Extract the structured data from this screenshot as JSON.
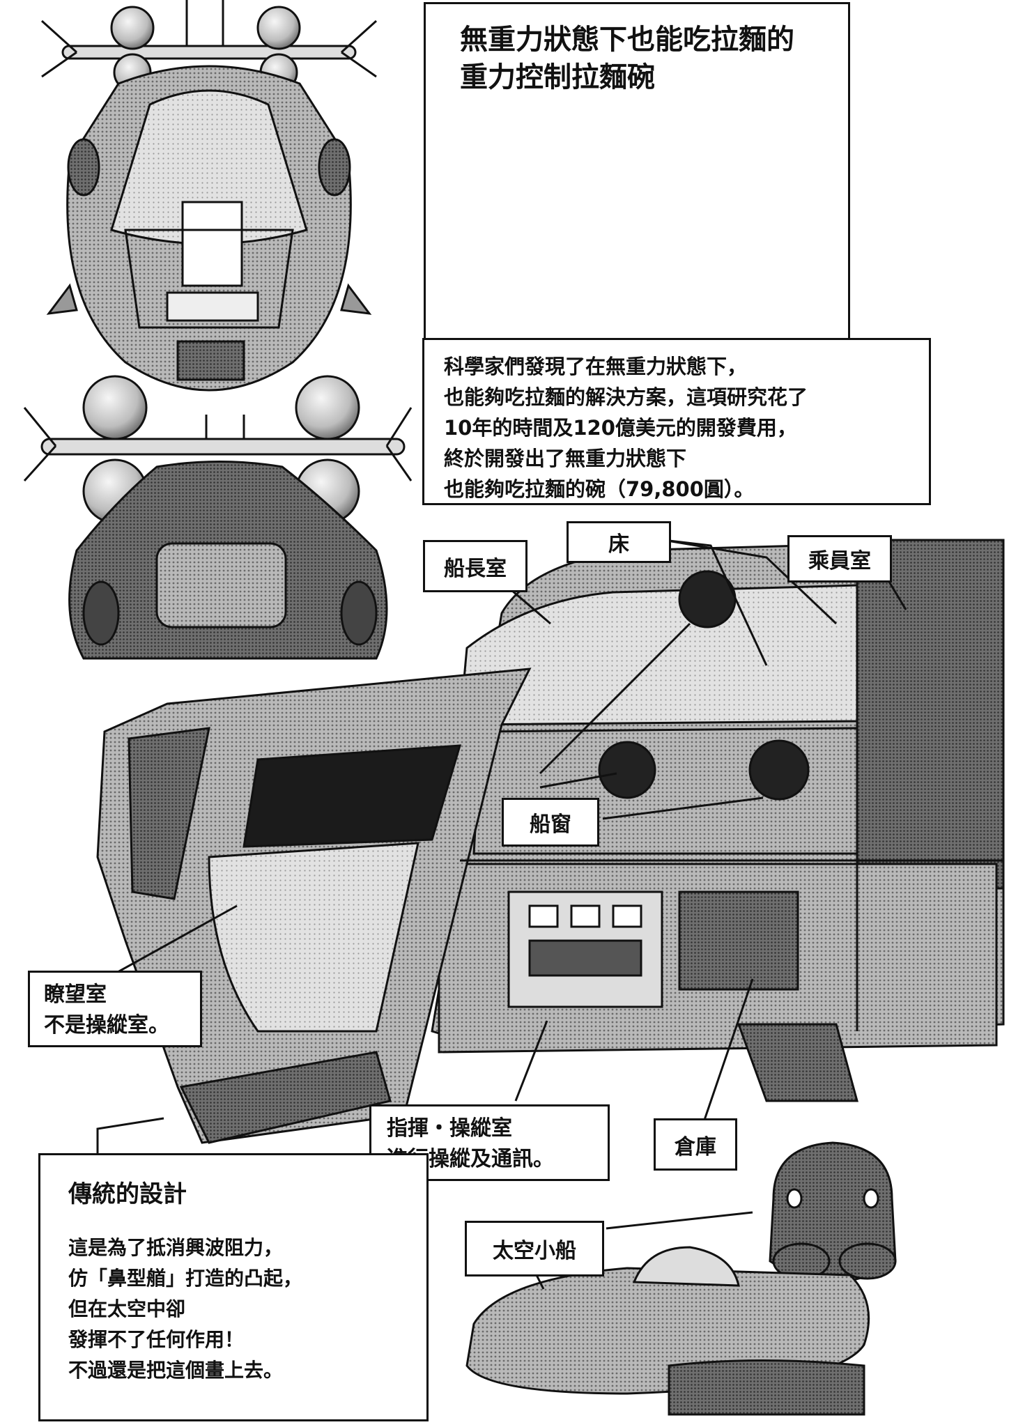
{
  "ramen": {
    "title_lines": [
      "無重力狀態下也能吃拉麵的",
      "重力控制拉麵碗"
    ],
    "desc_lines": [
      "科學家們發現了在無重力狀態下，",
      "也能夠吃拉麵的解決方案，這項研究花了",
      "10年的時間及120億美元的開發費用，",
      "終於開發出了無重力狀態下",
      "也能夠吃拉麵的碗（79,800圓）。"
    ]
  },
  "labels": {
    "captain_room": "船長室",
    "bed": "床",
    "crew_room": "乘員室",
    "porthole": "船窗",
    "lookout_title": "瞭望室",
    "lookout_desc": "不是操縱室。",
    "command_title": "指揮・操縱室",
    "command_desc": "進行操縱及通訊。",
    "storage": "倉庫",
    "shuttle": "太空小船"
  },
  "traditional": {
    "title": "傳統的設計",
    "desc_lines": [
      "這是為了抵消興波阻力，",
      "仿「鼻型艏」打造的凸起，",
      "但在太空中卻",
      "發揮不了任何作用！",
      "不過還是把這個畫上去。"
    ]
  }
}
